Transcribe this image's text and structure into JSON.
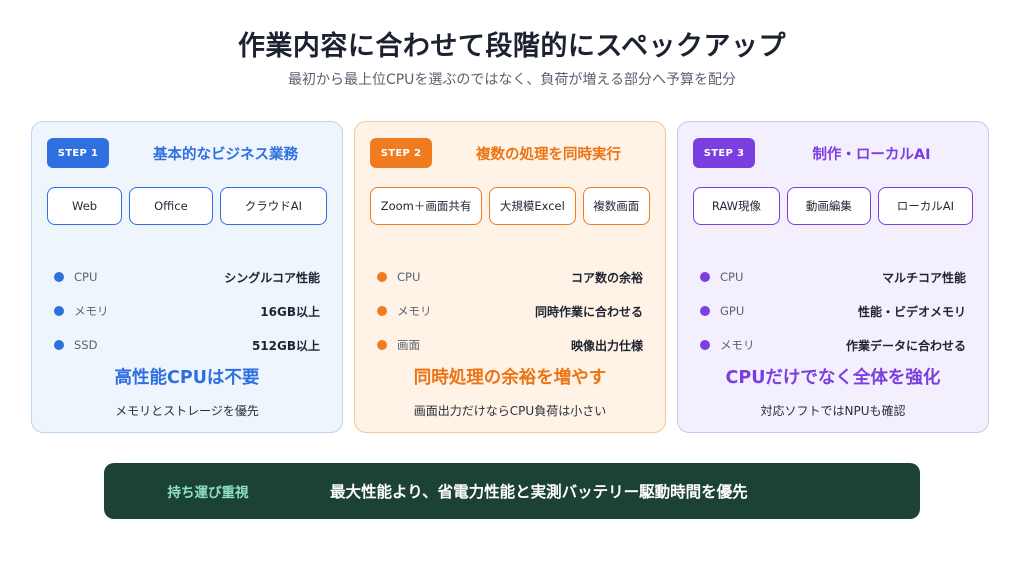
{
  "header": {
    "title": "作業内容に合わせて段階的にスペックアップ",
    "subtitle": "最初から最上位CPUを選ぶのではなく、負荷が増える部分へ予算を配分"
  },
  "cards": [
    {
      "step": "STEP 1",
      "title": "基本的なビジネス業務",
      "color": "#2f6fe0",
      "chips": [
        "Web",
        "Office",
        "クラウドAI"
      ],
      "specs": [
        {
          "label": "CPU",
          "value": "シングルコア性能"
        },
        {
          "label": "メモリ",
          "value": "16GB以上"
        },
        {
          "label": "SSD",
          "value": "512GB以上"
        }
      ],
      "headline": "高性能CPUは不要",
      "note": "メモリとストレージを優先"
    },
    {
      "step": "STEP 2",
      "title": "複数の処理を同時実行",
      "color": "#f07c1f",
      "chips": [
        "Zoom＋画面共有",
        "大規模Excel",
        "複数画面"
      ],
      "specs": [
        {
          "label": "CPU",
          "value": "コア数の余裕"
        },
        {
          "label": "メモリ",
          "value": "同時作業に合わせる"
        },
        {
          "label": "画面",
          "value": "映像出力仕様"
        }
      ],
      "headline": "同時処理の余裕を増やす",
      "note": "画面出力だけならCPU負荷は小さい"
    },
    {
      "step": "STEP 3",
      "title": "制作・ローカルAI",
      "color": "#7a3fe0",
      "chips": [
        "RAW現像",
        "動画編集",
        "ローカルAI"
      ],
      "specs": [
        {
          "label": "CPU",
          "value": "マルチコア性能"
        },
        {
          "label": "GPU",
          "value": "性能・ビデオメモリ"
        },
        {
          "label": "メモリ",
          "value": "作業データに合わせる"
        }
      ],
      "headline": "CPUだけでなく全体を強化",
      "note": "対応ソフトではNPUも確認"
    }
  ],
  "banner": {
    "label": "持ち運び重視",
    "text": "最大性能より、省電力性能と実測バッテリー駆動時間を優先",
    "background": "#1c4238",
    "label_color": "#8fe0c0"
  }
}
